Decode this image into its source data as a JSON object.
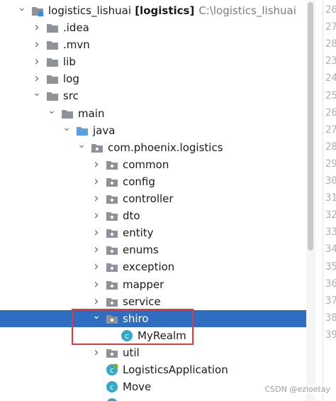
{
  "colors": {
    "selection": "#2f6dc0",
    "folder_gray": "#8e9399",
    "folder_blue": "#5aa0e0",
    "class_icon": "#31a9c9",
    "highlight": "#e0393f"
  },
  "project": {
    "name": "logistics_lishuai",
    "module": "[logistics]",
    "path": "C:\\logistics_lishuai"
  },
  "tree": [
    {
      "label": "logistics_lishuai",
      "depth": 0,
      "chevron": "down",
      "icon": "project-folder-icon"
    },
    {
      "label": ".idea",
      "depth": 1,
      "chevron": "right",
      "icon": "folder-icon"
    },
    {
      "label": ".mvn",
      "depth": 1,
      "chevron": "right",
      "icon": "folder-icon"
    },
    {
      "label": "lib",
      "depth": 1,
      "chevron": "right",
      "icon": "folder-icon"
    },
    {
      "label": "log",
      "depth": 1,
      "chevron": "right",
      "icon": "folder-icon"
    },
    {
      "label": "src",
      "depth": 1,
      "chevron": "down",
      "icon": "folder-icon"
    },
    {
      "label": "main",
      "depth": 2,
      "chevron": "down",
      "icon": "folder-icon"
    },
    {
      "label": "java",
      "depth": 3,
      "chevron": "down",
      "icon": "source-folder-icon"
    },
    {
      "label": "com.phoenix.logistics",
      "depth": 4,
      "chevron": "down",
      "icon": "package-icon"
    },
    {
      "label": "common",
      "depth": 5,
      "chevron": "right",
      "icon": "package-icon"
    },
    {
      "label": "config",
      "depth": 5,
      "chevron": "right",
      "icon": "package-icon"
    },
    {
      "label": "controller",
      "depth": 5,
      "chevron": "right",
      "icon": "package-icon"
    },
    {
      "label": "dto",
      "depth": 5,
      "chevron": "right",
      "icon": "package-icon"
    },
    {
      "label": "entity",
      "depth": 5,
      "chevron": "right",
      "icon": "package-icon"
    },
    {
      "label": "enums",
      "depth": 5,
      "chevron": "right",
      "icon": "package-icon"
    },
    {
      "label": "exception",
      "depth": 5,
      "chevron": "right",
      "icon": "package-icon"
    },
    {
      "label": "mapper",
      "depth": 5,
      "chevron": "right",
      "icon": "package-icon"
    },
    {
      "label": "service",
      "depth": 5,
      "chevron": "right",
      "icon": "package-icon"
    },
    {
      "label": "shiro",
      "depth": 5,
      "chevron": "down",
      "icon": "package-icon",
      "selected": true
    },
    {
      "label": "MyRealm",
      "depth": 6,
      "chevron": "none",
      "icon": "class-icon"
    },
    {
      "label": "util",
      "depth": 5,
      "chevron": "right",
      "icon": "package-icon"
    },
    {
      "label": "LogisticsApplication",
      "depth": 5,
      "chevron": "none",
      "icon": "spring-class-icon"
    },
    {
      "label": "Move",
      "depth": 5,
      "chevron": "none",
      "icon": "class-icon"
    },
    {
      "label": "",
      "depth": 5,
      "chevron": "none",
      "icon": "class-icon"
    }
  ],
  "line_numbers": [
    "26",
    "27",
    "28",
    "23",
    "24",
    "25",
    "26",
    "27",
    "28",
    "29",
    "30",
    "31",
    "32",
    "33",
    "34",
    "35",
    "36",
    "37",
    "38",
    "39"
  ],
  "watermark": "CSDN @ezioetay"
}
